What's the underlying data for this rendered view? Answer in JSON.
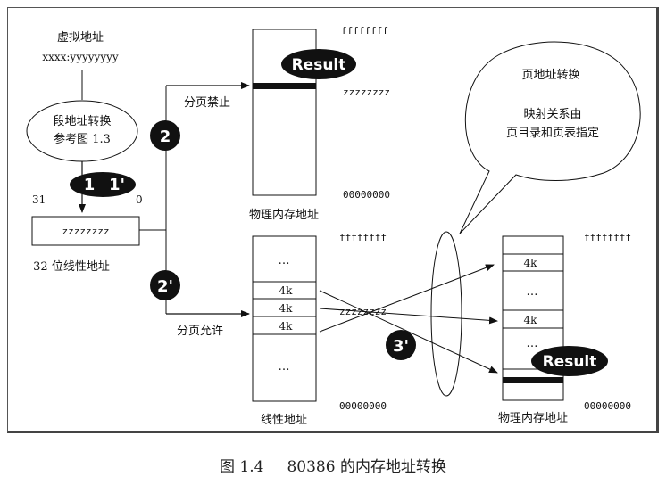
{
  "virtual_address": {
    "title": "虚拟地址",
    "format": "xxxx:yyyyyyyy"
  },
  "segment_translation": {
    "line1": "段地址转换",
    "line2": "参考图 1.3"
  },
  "linear_address_register": {
    "high_bit": "31",
    "low_bit": "0",
    "value": "zzzzzzzz",
    "label": "32 位线性地址"
  },
  "steps": {
    "step1": "1",
    "step1_prime": "1'",
    "step2": "2",
    "step2_prime": "2'",
    "step3_prime": "3'"
  },
  "paging_disabled": {
    "label": "分页禁止",
    "memory_label": "物理内存地址",
    "top_address": "ffffffff",
    "bottom_address": "00000000",
    "entry_address": "zzzzzzzz",
    "result": "Result"
  },
  "paging_enabled": {
    "label": "分页允许",
    "linear_label": "线性地址",
    "linear_top": "ffffffff",
    "linear_bottom": "00000000",
    "linear_cells": [
      "…",
      "4k",
      "4k",
      "4k",
      "…"
    ],
    "crossing_address": "zzzzzzzz",
    "physical_label": "物理内存地址",
    "physical_top": "ffffffff",
    "physical_bottom": "00000000",
    "physical_cells": [
      "4k",
      "…",
      "4k",
      "…"
    ],
    "result": "Result"
  },
  "callout": {
    "title": "页地址转换",
    "line1": "映射关系由",
    "line2": "页目录和页表指定"
  },
  "caption": {
    "figure": "图 1.4",
    "text": "80386 的内存地址转换"
  }
}
